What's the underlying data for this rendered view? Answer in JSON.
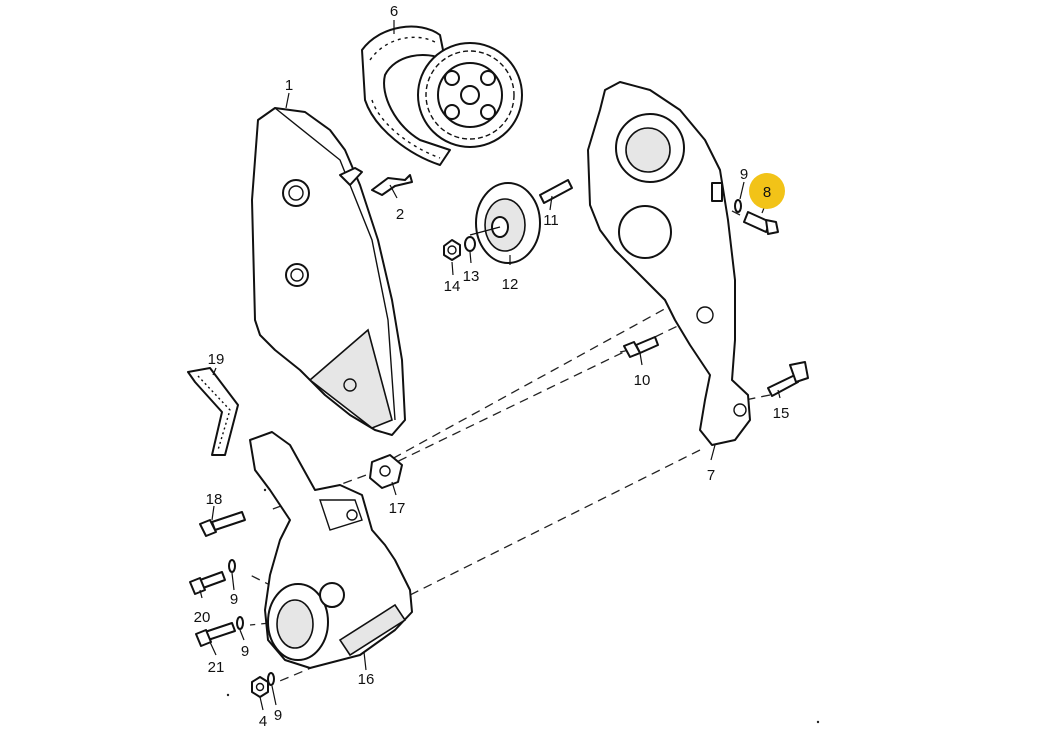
{
  "diagram": {
    "highlight_color": "#f2c318",
    "line_color": "#111111",
    "callouts": {
      "p1": "1",
      "p2": "2",
      "p4": "4",
      "p6": "6",
      "p7": "7",
      "p8": "8",
      "p9a": "9",
      "p9b": "9",
      "p9c": "9",
      "p9d": "9",
      "p10": "10",
      "p11": "11",
      "p12": "12",
      "p13": "13",
      "p14": "14",
      "p15": "15",
      "p16": "16",
      "p17": "17",
      "p18": "18",
      "p19": "19",
      "p20": "20",
      "p21": "21"
    },
    "highlighted_callout": "8"
  }
}
